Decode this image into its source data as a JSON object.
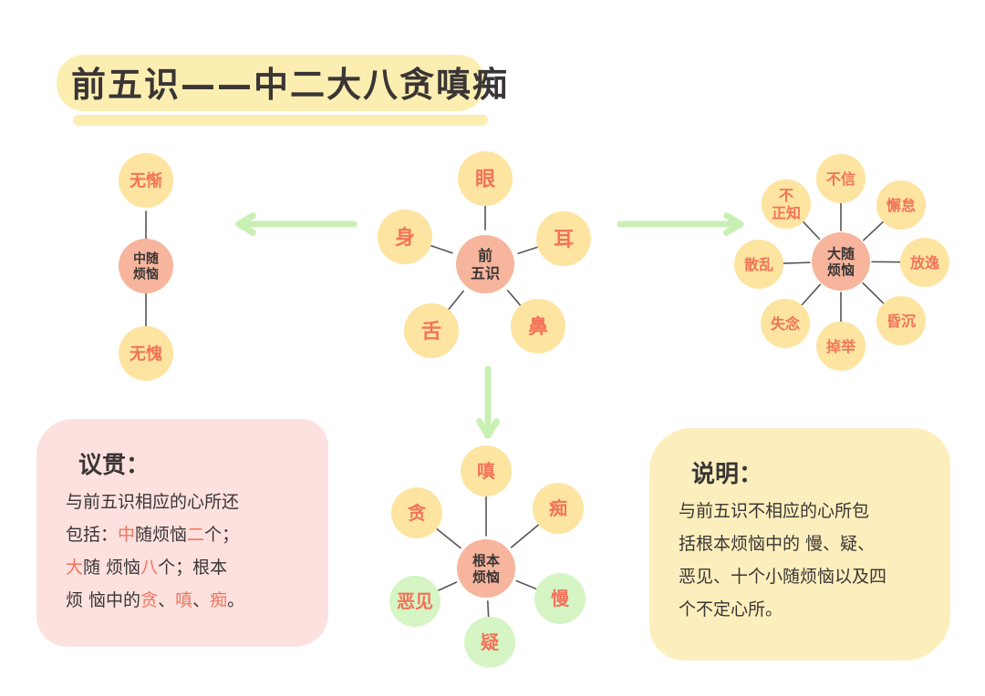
{
  "title": "前五识——中二大八贪嗔痴",
  "colors": {
    "node_yellow": "#fde4a0",
    "node_center": "#f6b59c",
    "node_green": "#d5f5c4",
    "text_red": "#f2735a",
    "text_dark": "#3a3535",
    "arrow": "#c9f0b4",
    "card_pink": "#fde1df",
    "card_yellow": "#fcefbd"
  },
  "center": {
    "label": "前\n五识",
    "petals": [
      "眼",
      "耳",
      "鼻",
      "舌",
      "身"
    ]
  },
  "left_group": {
    "label": "中随\n烦恼",
    "items": [
      "无惭",
      "无愧"
    ]
  },
  "right_group": {
    "label": "大随\n烦恼",
    "items": [
      "不信",
      "懈怠",
      "放逸",
      "昏沉",
      "掉举",
      "失念",
      "散乱",
      "不\n正知"
    ]
  },
  "bottom_group": {
    "label": "根本\n烦恼",
    "items": [
      "嗔",
      "痴",
      "慢",
      "疑",
      "恶见",
      "贪"
    ]
  },
  "card_left": {
    "heading": "议贯：",
    "lines": [
      [
        {
          "t": "与前五识相应的心所还"
        }
      ],
      [
        {
          "t": "包括："
        },
        {
          "t": "中",
          "hl": true
        },
        {
          "t": "随烦恼"
        },
        {
          "t": "二",
          "hl": true
        },
        {
          "t": "个；"
        }
      ],
      [
        {
          "t": "大",
          "hl": true
        },
        {
          "t": "随 烦恼"
        },
        {
          "t": "八",
          "hl": true
        },
        {
          "t": "个；根本"
        }
      ],
      [
        {
          "t": "烦 恼中的"
        },
        {
          "t": "贪",
          "hl": true
        },
        {
          "t": "、"
        },
        {
          "t": "嗔",
          "hl": true
        },
        {
          "t": "、"
        },
        {
          "t": "痴",
          "hl": true
        },
        {
          "t": "。"
        }
      ]
    ]
  },
  "card_right": {
    "heading": "说明：",
    "lines": [
      "与前五识不相应的心所包",
      "括根本烦恼中的 慢、疑、",
      "恶见、十个小随烦恼以及四",
      "个不定心所。"
    ]
  }
}
